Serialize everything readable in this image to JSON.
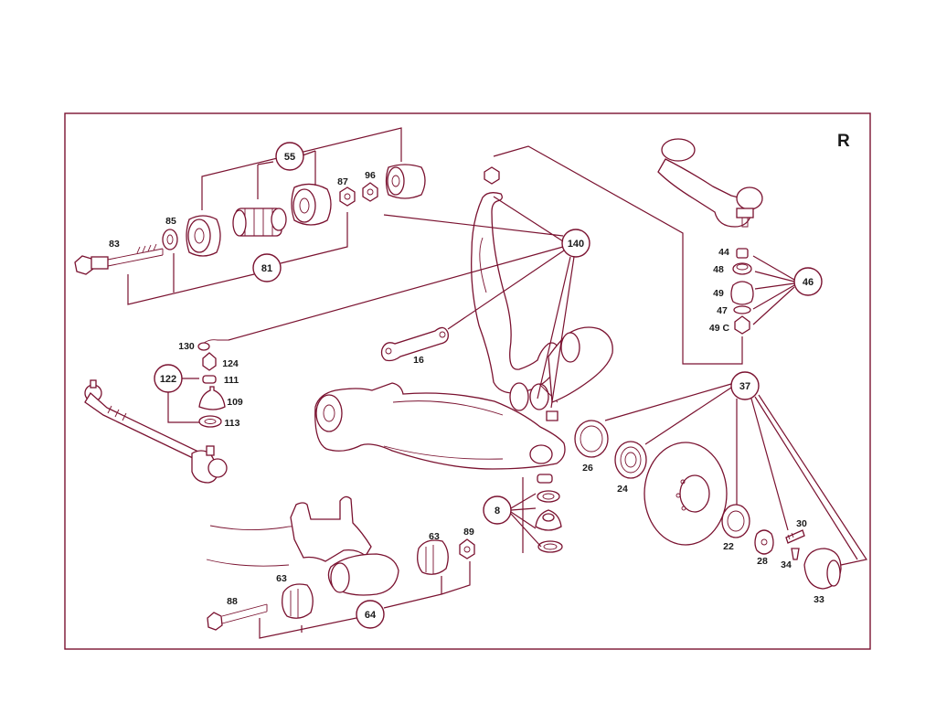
{
  "corner_label": "R",
  "group_labels": {
    "g55": "55",
    "g81": "81",
    "g140": "140",
    "g46": "46",
    "g122": "122",
    "g37": "37",
    "g8": "8",
    "g64": "64"
  },
  "part_labels": {
    "p83": "83",
    "p85": "85",
    "p87": "87",
    "p96": "96",
    "p16": "16",
    "p130": "130",
    "p124": "124",
    "p111": "111",
    "p109": "109",
    "p113": "113",
    "p44": "44",
    "p48": "48",
    "p49": "49",
    "p47": "47",
    "p49c": "49 C",
    "p26": "26",
    "p24": "24",
    "p22": "22",
    "p30": "30",
    "p28": "28",
    "p34": "34",
    "p33": "33",
    "p63a": "63",
    "p89": "89",
    "p63b": "63",
    "p88": "88"
  },
  "colors": {
    "line": "#7a1230",
    "text": "#1a1a1a",
    "background": "#ffffff"
  }
}
